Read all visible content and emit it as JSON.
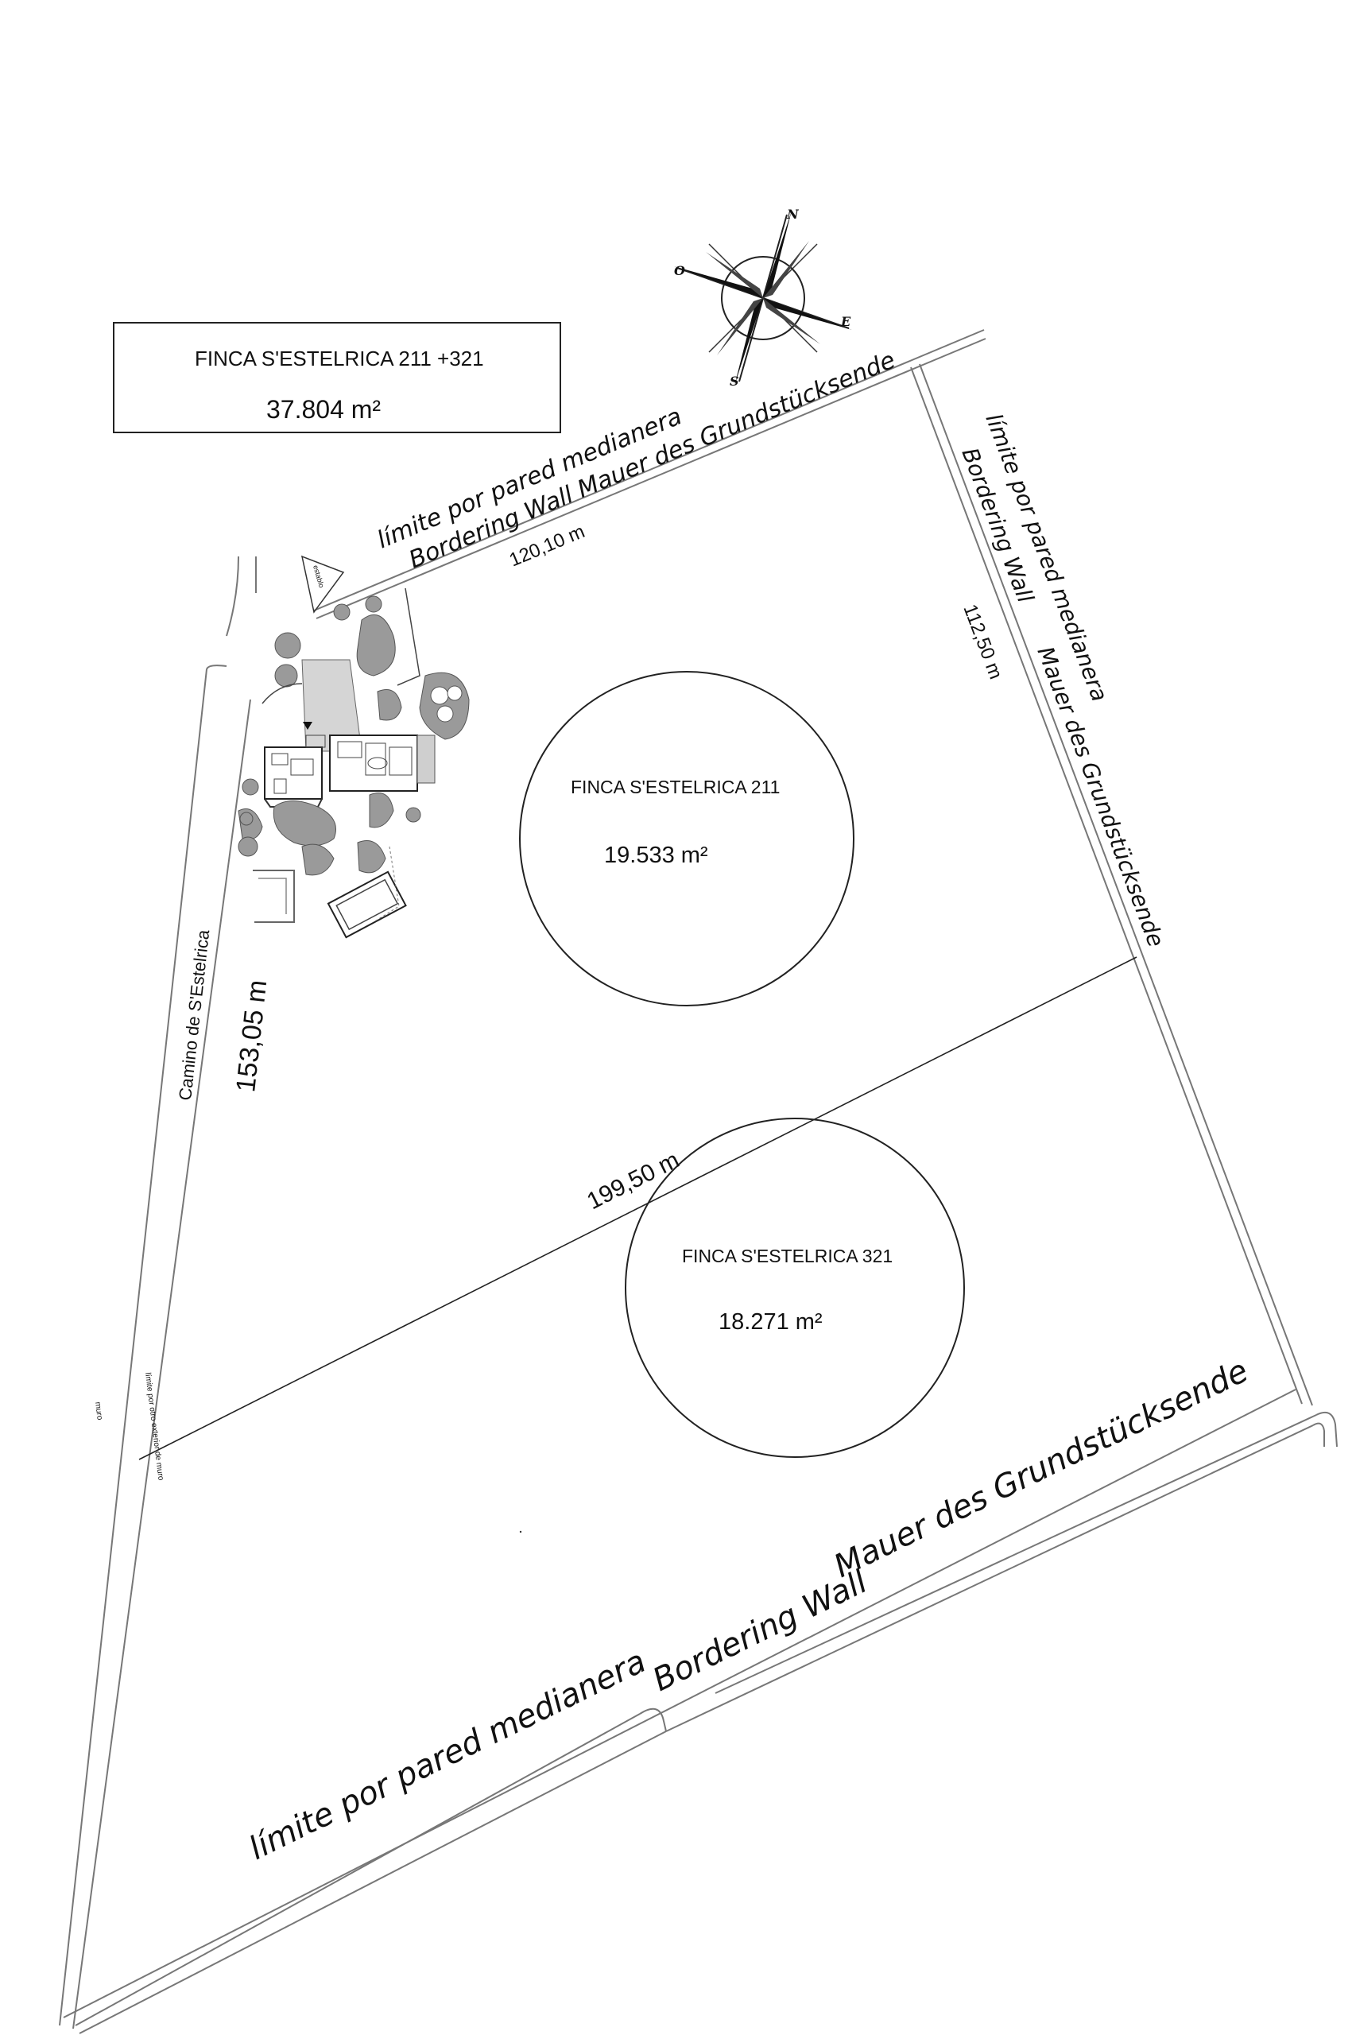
{
  "summary_box": {
    "title": "FINCA S'ESTELRICA   211 +321",
    "area": "37.804  m²"
  },
  "compass": {
    "north": "N",
    "south": "S",
    "east": "E",
    "west": "O"
  },
  "parcels": [
    {
      "name": "FINCA S'ESTELRICA   211",
      "area": "19.533  m²"
    },
    {
      "name": "FINCA S'ESTELRICA   321",
      "area": "18.271  m²"
    }
  ],
  "dimensions": {
    "north_wall": "120,10 m",
    "east_wall": "112,50 m",
    "west_road": "153,05 m",
    "diagonal": "199,50 m"
  },
  "road": {
    "name": "Camino   de   S'Estelrica"
  },
  "wall_labels": {
    "north_spanish": "límite  por  pared  medianera",
    "north_english_german": "Bordering  Wall   Mauer  des  Grundstücksende",
    "east_spanish": "límite  por  pared  medianera",
    "east_english": "Bordering  Wall",
    "east_german": "Mauer  des  Grundstücksende",
    "south_spanish": "límite  por  pared  medianera",
    "south_english": "Bordering  Wall",
    "south_german": "Mauer  des  Grundstücksende"
  },
  "small_notes": {
    "west_wall_note": "límite por otro exterior de muro",
    "muro": "muro",
    "shed": "establo"
  }
}
